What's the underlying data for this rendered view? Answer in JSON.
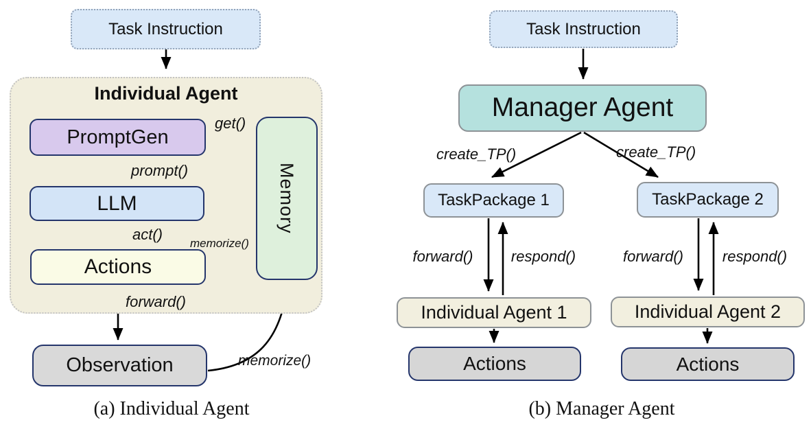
{
  "panel_a": {
    "caption": "(a) Individual Agent",
    "task_instruction": "Task Instruction",
    "container_title": "Individual Agent",
    "boxes": {
      "promptgen": "PromptGen",
      "llm": "LLM",
      "actions": "Actions",
      "memory": "Memory",
      "observation": "Observation"
    },
    "labels": {
      "get": "get()",
      "prompt": "prompt()",
      "act": "act()",
      "memorize_to_memory": "memorize()",
      "forward": "forward()",
      "memorize_from_observation": "memorize()"
    }
  },
  "panel_b": {
    "caption": "(b) Manager Agent",
    "task_instruction": "Task Instruction",
    "manager": "Manager Agent",
    "labels": {
      "create_tp_left": "create_TP()",
      "create_tp_right": "create_TP()",
      "forward_1": "forward()",
      "respond_1": "respond()",
      "forward_2": "forward()",
      "respond_2": "respond()"
    },
    "boxes": {
      "taskpackage_1": "TaskPackage 1",
      "taskpackage_2": "TaskPackage 2",
      "individual_agent_1": "Individual Agent 1",
      "individual_agent_2": "Individual Agent 2",
      "actions_1": "Actions",
      "actions_2": "Actions"
    }
  },
  "colors": {
    "task-fill": "#d9e8f8",
    "task-border": "#93a3b8",
    "container-fill": "#f1eedd",
    "container-border": "#c3c3c3",
    "promptgen-fill": "#d8c9ed",
    "llm-fill": "#d3e4f7",
    "actions-a-fill": "#fafbe6",
    "memory-fill": "#def0dc",
    "observation-fill": "#d9d9d9",
    "navy-border": "#24356b",
    "manager-fill": "#b5e1de",
    "gray-border": "#8d9296",
    "taskpackage-fill": "#d9e8f8",
    "ia-fill": "#f2efdf",
    "actions-b-fill": "#d6d6d6",
    "arrow": "#000000"
  }
}
